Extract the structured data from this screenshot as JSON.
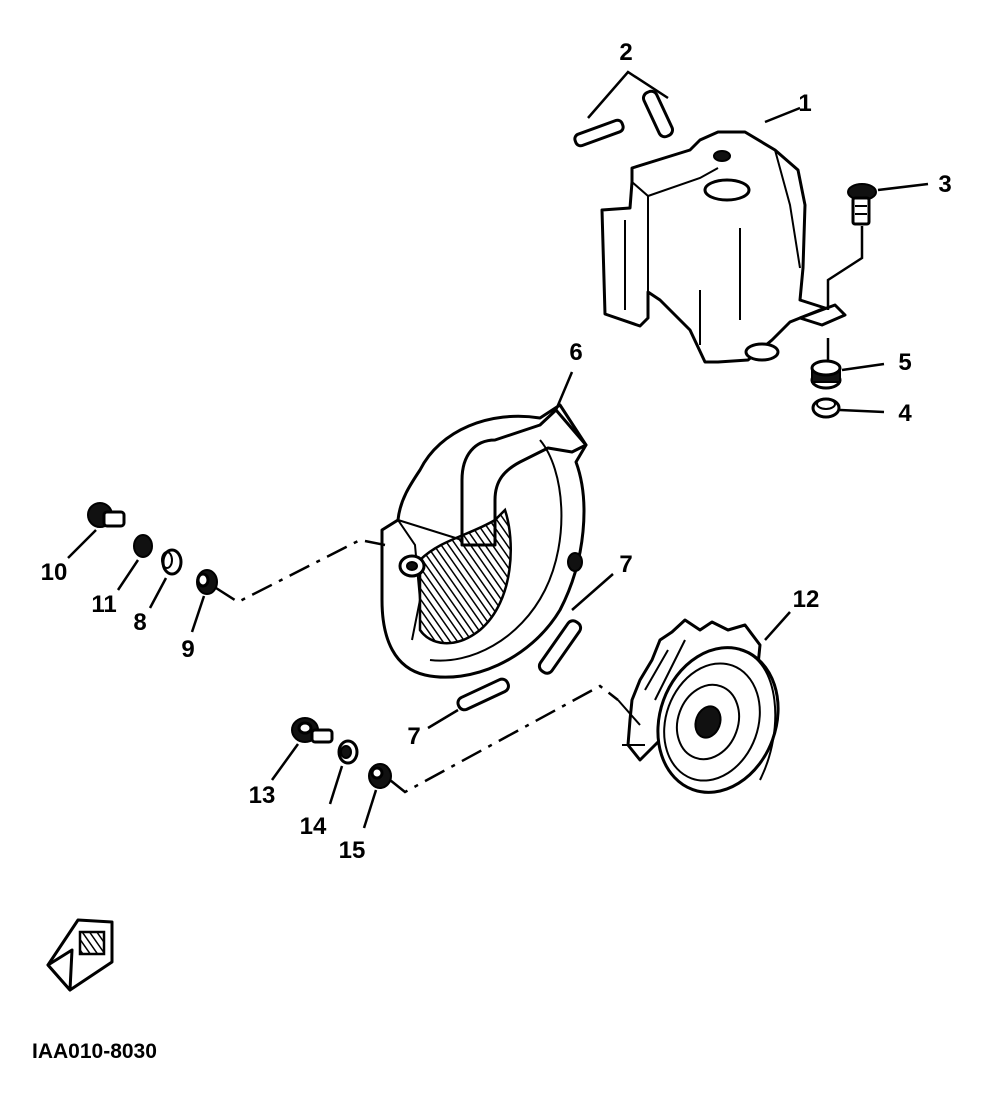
{
  "diagram": {
    "drawing_code": "IAA010-8030",
    "callouts": [
      {
        "id": "c1",
        "text": "1"
      },
      {
        "id": "c2",
        "text": "2"
      },
      {
        "id": "c3",
        "text": "3"
      },
      {
        "id": "c4",
        "text": "4"
      },
      {
        "id": "c5",
        "text": "5"
      },
      {
        "id": "c6",
        "text": "6"
      },
      {
        "id": "c7a",
        "text": "7"
      },
      {
        "id": "c7b",
        "text": "7"
      },
      {
        "id": "c8",
        "text": "8"
      },
      {
        "id": "c9",
        "text": "9"
      },
      {
        "id": "c10",
        "text": "10"
      },
      {
        "id": "c11",
        "text": "11"
      },
      {
        "id": "c12",
        "text": "12"
      },
      {
        "id": "c13",
        "text": "13"
      },
      {
        "id": "c14",
        "text": "14"
      },
      {
        "id": "c15",
        "text": "15"
      }
    ]
  }
}
